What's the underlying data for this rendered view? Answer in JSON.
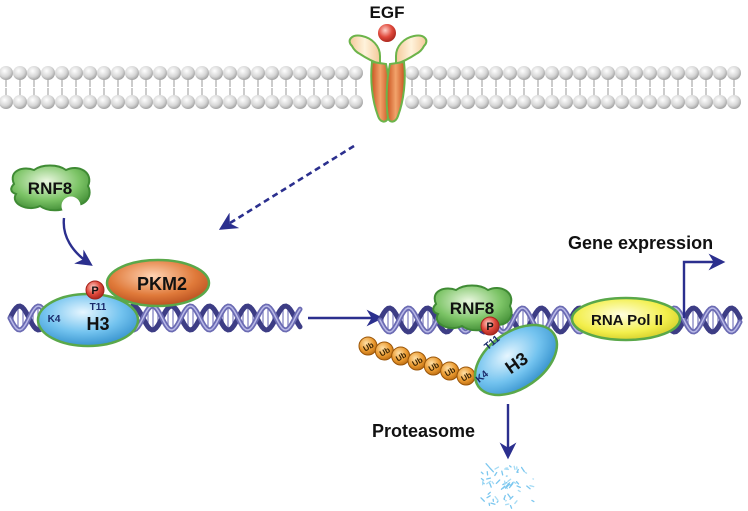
{
  "labels": {
    "egf": "EGF",
    "rnf8_top": "RNF8",
    "pkm2": "PKM2",
    "h3_left": "H3",
    "k4_left": "K4",
    "t11_left": "T11",
    "p_left": "P",
    "rnf8_right": "RNF8",
    "h3_right": "H3",
    "k4_right": "K4",
    "t11_right": "T11",
    "p_right": "P",
    "rna_pol": "RNA Pol II",
    "gene_expression": "Gene expression",
    "proteasome": "Proteasome",
    "ub": "Ub"
  },
  "ub_chain_count": 7,
  "colors": {
    "arrow": "#2b2f8e",
    "membrane": "#c8c8c8",
    "rnf8_green": "#5aa84a",
    "pkm2_orange": "#d9692f",
    "h3_blue": "#4aa8e0",
    "p_red": "#d9433a",
    "rna_pol_yellow": "#f2ef4a",
    "ub_orange": "#e8942a",
    "dna_purple": "#6a6aae"
  },
  "icons": [
    "egf-ligand-icon",
    "egf-receptor-icon",
    "cell-membrane-icon",
    "dna-helix-icon",
    "proteasome-fragments-icon"
  ]
}
